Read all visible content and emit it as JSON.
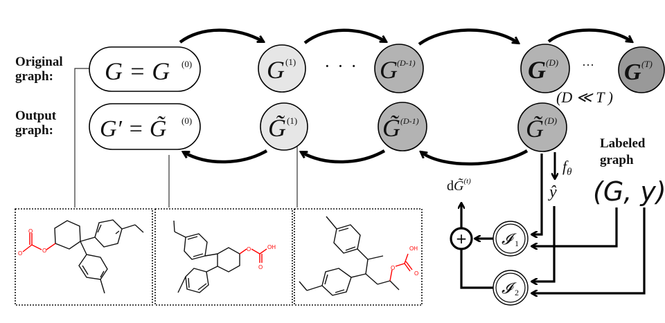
{
  "labels": {
    "original": [
      "Original",
      "graph:"
    ],
    "output": [
      "Output",
      "graph:"
    ],
    "labeled": [
      "Labeled",
      "graph"
    ]
  },
  "top_row": [
    {
      "id": "g0",
      "main": "G = G",
      "sup": "(0)",
      "fill": "#ffffff",
      "shape": "pill"
    },
    {
      "id": "g1",
      "main": "G",
      "sup": "(1)",
      "fill": "#e6e6e6",
      "shape": "circle"
    },
    {
      "id": "gD1",
      "main": "G",
      "sup": "(D-1)",
      "fill": "#b3b3b3",
      "shape": "circle"
    },
    {
      "id": "gD",
      "main": "G",
      "sup": "(D)",
      "fill": "#b3b3b3",
      "shape": "circle"
    },
    {
      "id": "gT",
      "main": "G",
      "sup": "(T)",
      "fill": "#999999",
      "shape": "circle"
    }
  ],
  "bottom_row": [
    {
      "id": "gt0",
      "main": "G′ = G̃",
      "sup": "(0)",
      "fill": "#ffffff",
      "shape": "pill"
    },
    {
      "id": "gt1",
      "main": "G̃",
      "sup": "(1)",
      "fill": "#e6e6e6",
      "shape": "circle"
    },
    {
      "id": "gtD1",
      "main": "G̃",
      "sup": "(D-1)",
      "fill": "#b3b3b3",
      "shape": "circle"
    },
    {
      "id": "gtD",
      "main": "G̃",
      "sup": "(D)",
      "fill": "#b3b3b3",
      "shape": "circle"
    }
  ],
  "ellipsis": "· · ·",
  "ellipsis_small": "···",
  "constraint": "(D ≪ T )",
  "f_theta": {
    "f": "f",
    "sub": "θ"
  },
  "y_hat": "ŷ",
  "dG": {
    "d": "d",
    "G": "G̃",
    "sup": "(t)"
  },
  "labeled_pair": "(G, y)",
  "plus": "+",
  "interp": [
    {
      "main": "𝓘",
      "sub": "1"
    },
    {
      "main": "𝓘",
      "sub": "2"
    }
  ],
  "molecules": {
    "oxygen_labels_1": [
      "O",
      "O",
      "O"
    ],
    "oxygen_labels_2": [
      "O",
      "OH",
      "O"
    ],
    "oxygen_labels_3": [
      "OH",
      "O",
      "O"
    ],
    "atom_color": "#ff0000",
    "bond_color": "#111111"
  }
}
